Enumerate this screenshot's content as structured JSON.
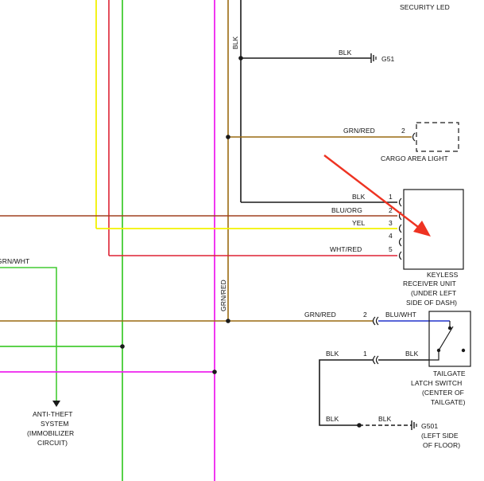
{
  "diagram": {
    "top_component": "SECURITY LED",
    "wire_vertical_label_upper": "BLK",
    "wire_vertical_label_lower": "GRN/RED",
    "ground_g51": {
      "wire": "BLK",
      "label": "G51"
    },
    "cargo_light": {
      "wire": "GRN/RED",
      "pin": "2",
      "label": "CARGO AREA LIGHT"
    },
    "keyless_receiver": {
      "pins": [
        {
          "pin": "1",
          "wire": "BLK"
        },
        {
          "pin": "2",
          "wire": "BLU/ORG"
        },
        {
          "pin": "3",
          "wire": "YEL"
        },
        {
          "pin": "4",
          "wire": ""
        },
        {
          "pin": "5",
          "wire": "WHT/RED"
        }
      ],
      "label_lines": [
        "KEYLESS",
        "RECEIVER UNIT",
        "(UNDER LEFT",
        "SIDE OF DASH)"
      ]
    },
    "left_wire_label": "GRN/WHT",
    "tailgate_switch": {
      "wire_in": "GRN/RED",
      "pin_in": "2",
      "wire_in_switch": "BLU/WHT",
      "wire_out": "BLK",
      "pin_out": "1",
      "wire_out_switch": "BLK",
      "label_lines": [
        "TAILGATE",
        "LATCH SWITCH",
        "(CENTER OF",
        "TAILGATE)"
      ]
    },
    "ground_g501": {
      "wire_a": "BLK",
      "wire_b": "BLK",
      "label_lines": [
        "G501",
        "(LEFT SIDE",
        "OF FLOOR)"
      ]
    },
    "anti_theft": {
      "label_lines": [
        "ANTI-THEFT",
        "SYSTEM",
        "(IMMOBILIZER",
        "CIRCUIT)"
      ]
    },
    "colors": {
      "black": "#1a1a1a",
      "yellow": "#f2f200",
      "red": "#dd2233",
      "magenta": "#ee22ee",
      "green": "#44cc33",
      "brown": "#9a6a10",
      "blue": "#2233cc",
      "brownred": "#a04020",
      "arrow": "#ee3322"
    }
  }
}
